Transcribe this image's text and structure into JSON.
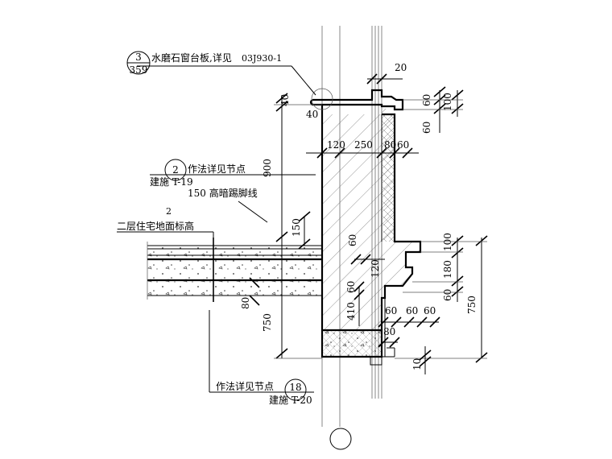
{
  "labels": {
    "callout_top_num": "3",
    "callout_top_sheet": "359",
    "callout_top_text": "水磨石窗台板,详见",
    "callout_top_ref": "03J930-1",
    "callout_mid_num": "2",
    "callout_mid_text": "作法详见节点",
    "callout_mid_sheet": "建施 T-19",
    "skirting": "150 高暗踢脚线",
    "floor_num": "2",
    "floor_text": "二层住宅地面标高",
    "callout_bot_text": "作法详见节点",
    "callout_bot_num": "18",
    "callout_bot_sheet": "建施 T-20"
  },
  "dims": {
    "d20": "20",
    "d60a": "60",
    "d100a": "100",
    "d60b": "60",
    "d40a": "40",
    "d40b": "40",
    "d120a": "120",
    "d250": "250",
    "d80a": "80",
    "d60c": "60",
    "d900": "900",
    "d150": "150",
    "d60d": "60",
    "d120b": "120",
    "d60e": "60",
    "d410": "410",
    "d80b": "80",
    "d750a": "750",
    "d60f": "60",
    "d60g": "60",
    "d60h": "60",
    "d80c": "80",
    "d100b": "100",
    "d180": "180",
    "d60i": "60",
    "d750b": "750",
    "d10": "10"
  }
}
